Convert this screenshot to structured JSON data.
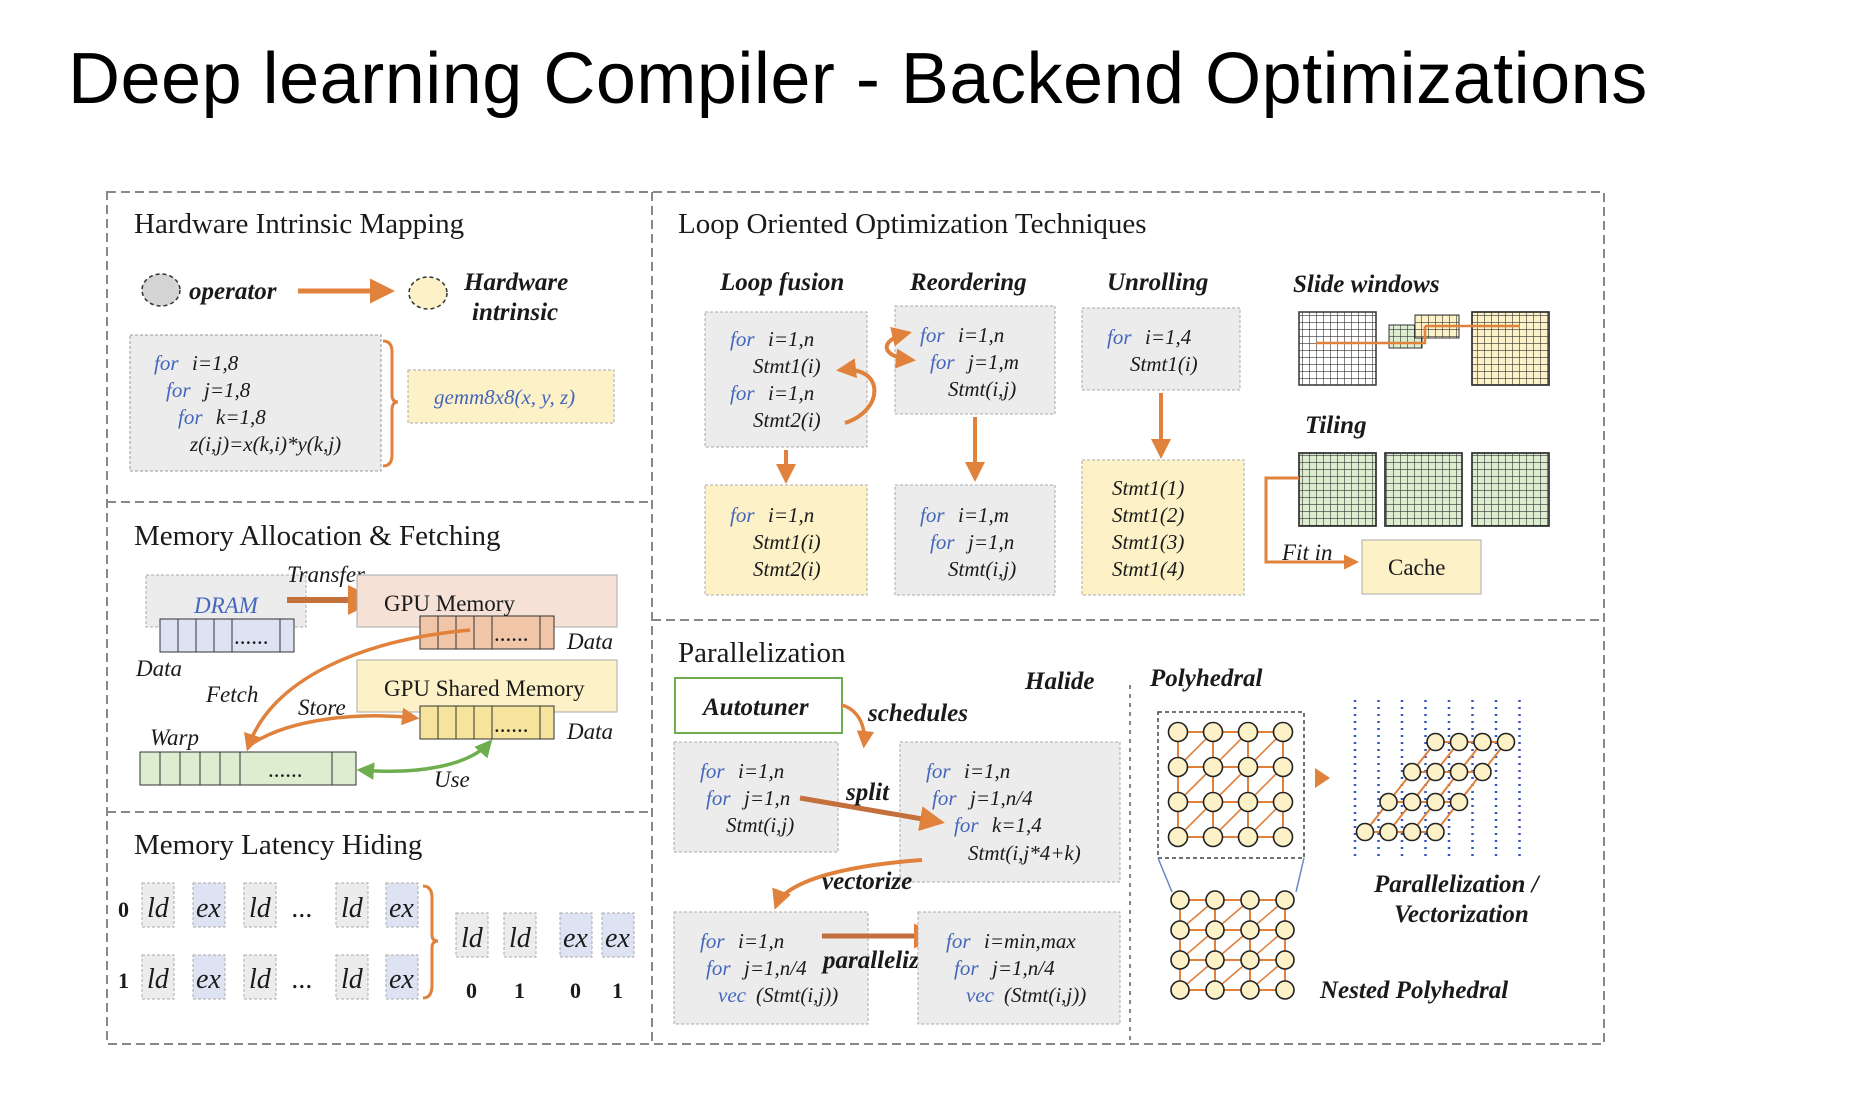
{
  "slide": {
    "title": "Deep learning Compiler - Backend Optimizations"
  },
  "hw": {
    "title": "Hardware Intrinsic Mapping",
    "operator": "operator",
    "intrinsic1": "Hardware",
    "intrinsic2": "intrinsic",
    "code": [
      "i=1,8",
      "j=1,8",
      "k=1,8",
      "z(i,j)=x(k,i)*y(k,j)"
    ],
    "kw_for": "for",
    "gemm": "gemm8x8(x, y, z)"
  },
  "mem": {
    "title": "Memory Allocation & Fetching",
    "dram": "DRAM",
    "transfer": "Transfer",
    "gpu_memory": "GPU Memory",
    "data": "Data",
    "dots": "......",
    "fetch": "Fetch",
    "store": "Store",
    "gpu_shared": "GPU Shared Memory",
    "warp": "Warp",
    "use": "Use"
  },
  "lat": {
    "title": "Memory Latency Hiding",
    "ld": "ld",
    "ex": "ex",
    "ellipsis": "...",
    "n0": "0",
    "n1": "1"
  },
  "loop": {
    "title": "Loop Oriented Optimization Techniques",
    "fusion": {
      "heading": "Loop fusion",
      "before": [
        "i=1,n",
        "Stmt1(i)",
        "i=1,n",
        "Stmt2(i)"
      ],
      "after": [
        "i=1,n",
        "Stmt1(i)",
        "Stmt2(i)"
      ]
    },
    "reorder": {
      "heading": "Reordering",
      "before": [
        "i=1,n",
        "j=1,m",
        "Stmt(i,j)"
      ],
      "after": [
        "i=1,m",
        "j=1,n",
        "Stmt(i,j)"
      ]
    },
    "unroll": {
      "heading": "Unrolling",
      "before": [
        "i=1,4",
        "Stmt1(i)"
      ],
      "after": [
        "Stmt1(1)",
        "Stmt1(2)",
        "Stmt1(3)",
        "Stmt1(4)"
      ]
    },
    "slide": "Slide windows",
    "tiling": "Tiling",
    "fit_in": "Fit in",
    "cache": "Cache"
  },
  "par": {
    "title": "Parallelization",
    "autotuner": "Autotuner",
    "schedules": "schedules",
    "halide": "Halide",
    "split": "split",
    "vectorize": "vectorize",
    "parallelize": "parallelize",
    "code1": [
      "i=1,n",
      "j=1,n",
      "Stmt(i,j)"
    ],
    "code2": [
      "i=1,n",
      "j=1,n/4",
      "k=1,4",
      "Stmt(i,j*4+k)"
    ],
    "code3": [
      "i=1,n",
      "j=1,n/4",
      "vec",
      "(Stmt(i,j))"
    ],
    "code4": [
      "i=min,max",
      "j=1,n/4",
      "vec",
      "(Stmt(i,j))"
    ],
    "polyhedral": "Polyhedral",
    "par_vec1": "Parallelization /",
    "par_vec2": "Vectorization",
    "nested": "Nested Polyhedral"
  },
  "colors": {
    "orange": "#e0813c",
    "green": "#6fae4f",
    "yellow": "#fdf1c7",
    "grey": "#ececec",
    "blue_kw": "#4466bb",
    "pink": "#f6e1d6",
    "lightblue": "#dde3f3"
  }
}
